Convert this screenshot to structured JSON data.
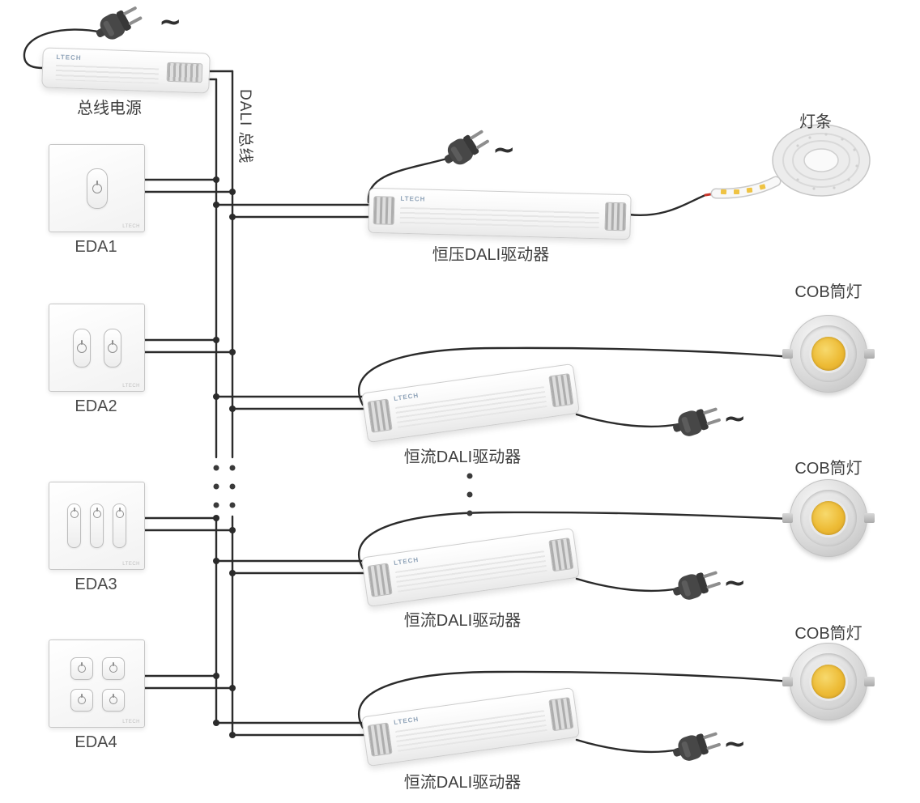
{
  "diagram": {
    "ac_symbol": "~",
    "brand": "LTECH",
    "bus": {
      "power_supply_label": "总线电源",
      "bus_label": "DALI 总线"
    },
    "panels": [
      {
        "label": "EDA1",
        "buttons": 1
      },
      {
        "label": "EDA2",
        "buttons": 2
      },
      {
        "label": "EDA3",
        "buttons": 3
      },
      {
        "label": "EDA4",
        "buttons": 4
      }
    ],
    "drivers": [
      {
        "label": "恒压DALI驱动器",
        "type": "constant-voltage",
        "load_label": "灯条",
        "load_type": "led-strip"
      },
      {
        "label": "恒流DALI驱动器",
        "type": "constant-current",
        "load_label": "COB筒灯",
        "load_type": "cob-downlight"
      },
      {
        "label": "恒流DALI驱动器",
        "type": "constant-current",
        "load_label": "COB筒灯",
        "load_type": "cob-downlight"
      },
      {
        "label": "恒流DALI驱动器",
        "type": "constant-current",
        "load_label": "COB筒灯",
        "load_type": "cob-downlight"
      }
    ],
    "colors": {
      "wire": "#2b2b2b",
      "cob_yellow": "#edbb35",
      "connector_red": "#c8352a"
    }
  }
}
